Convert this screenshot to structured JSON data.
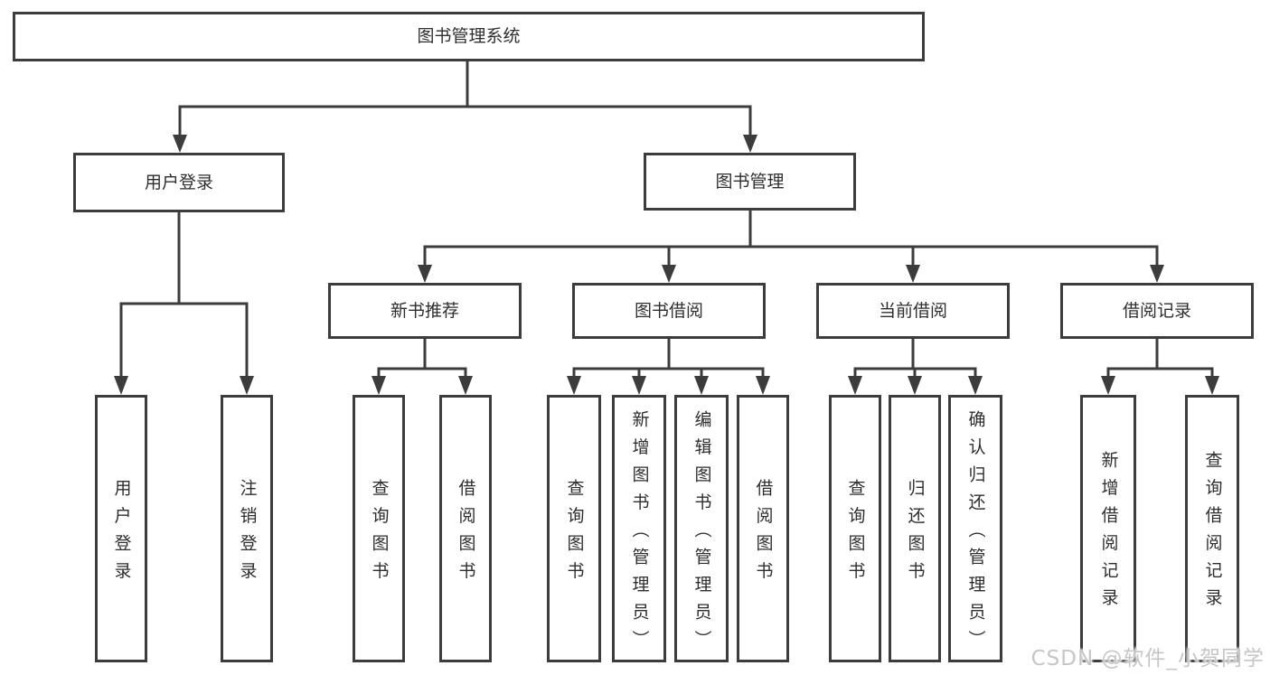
{
  "diagram": {
    "root": {
      "label": "图书管理系统"
    },
    "branches": [
      {
        "label": "用户登录",
        "children": [
          {
            "label": "用户登录"
          },
          {
            "label": "注销登录"
          }
        ]
      },
      {
        "label": "图书管理",
        "children": [
          {
            "label": "新书推荐",
            "children": [
              {
                "label": "查询图书"
              },
              {
                "label": "借阅图书"
              }
            ]
          },
          {
            "label": "图书借阅",
            "children": [
              {
                "label": "查询图书"
              },
              {
                "label": "新增图书（管理员）"
              },
              {
                "label": "编辑图书（管理员）"
              },
              {
                "label": "借阅图书"
              }
            ]
          },
          {
            "label": "当前借阅",
            "children": [
              {
                "label": "查询图书"
              },
              {
                "label": "归还图书"
              },
              {
                "label": "确认归还（管理员）"
              }
            ]
          },
          {
            "label": "借阅记录",
            "children": [
              {
                "label": "新增借阅记录"
              },
              {
                "label": "查询借阅记录"
              }
            ]
          }
        ]
      }
    ]
  },
  "watermark": {
    "text": "CSDN @软件_小贺同学"
  },
  "colors": {
    "line": "#3c3c3c",
    "box_border": "#3c3c3c",
    "box_fill": "#ffffff",
    "text": "#2e2e2e",
    "watermark": "#c6c6c6",
    "background": "#ffffff"
  }
}
